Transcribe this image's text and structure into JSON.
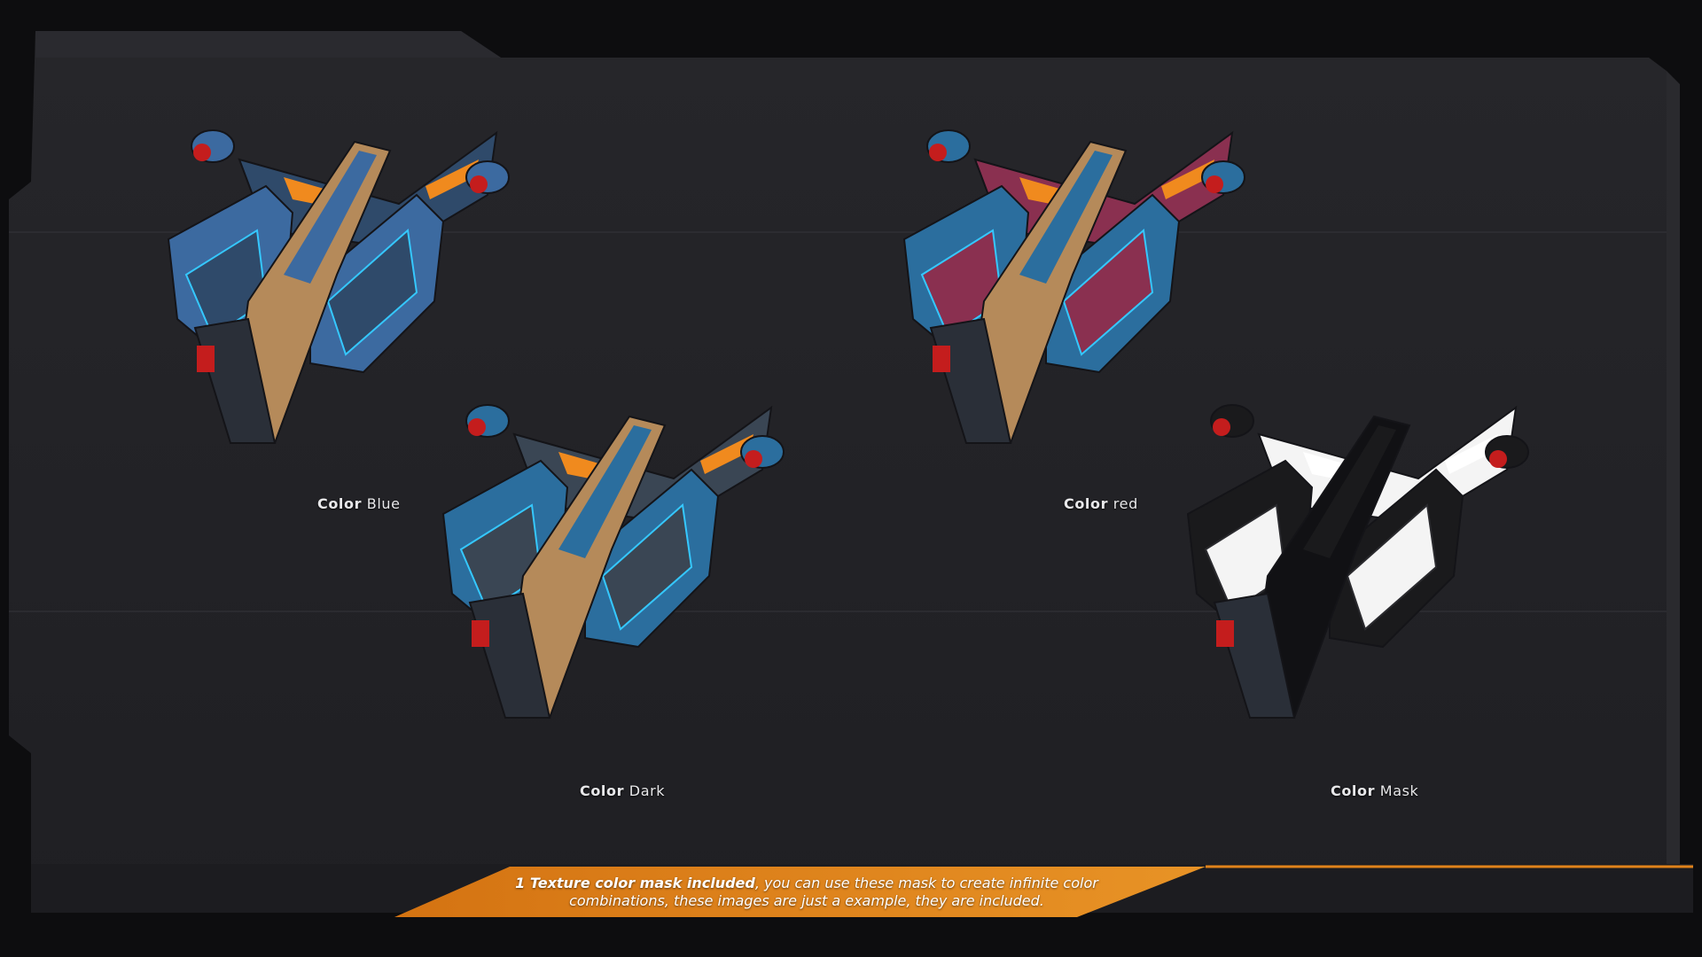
{
  "variants": [
    {
      "key": "Color",
      "value": "Blue",
      "scheme": {
        "hull": "#2f4a6a",
        "hull2": "#3c6aa0",
        "trim": "#b58a5a",
        "accent": "#f08a1e",
        "glow": "#35c8ff"
      }
    },
    {
      "key": "Color",
      "value": "Dark",
      "scheme": {
        "hull": "#3a4654",
        "hull2": "#2b6e9e",
        "trim": "#b58a5a",
        "accent": "#f08a1e",
        "glow": "#35c8ff"
      }
    },
    {
      "key": "Color",
      "value": "red",
      "scheme": {
        "hull": "#8a3050",
        "hull2": "#2b6e9e",
        "trim": "#b58a5a",
        "accent": "#f08a1e",
        "glow": "#35c8ff"
      }
    },
    {
      "key": "Color",
      "value": "Mask",
      "scheme": {
        "hull": "#f4f4f4",
        "hull2": "#1a1a1c",
        "trim": "#111114",
        "accent": "#ffffff",
        "glow": "#2a2a2e"
      }
    }
  ],
  "banner": {
    "strong": "1 Texture color mask included",
    "line1_rest": ", you can use these mask to create infinite color",
    "line2": "combinations, these images are just a example, they are included."
  },
  "colors": {
    "panel": "#232327",
    "panel_dark": "#1b1b1e",
    "orange": "#e0821a",
    "thruster": "#c41d1d"
  }
}
